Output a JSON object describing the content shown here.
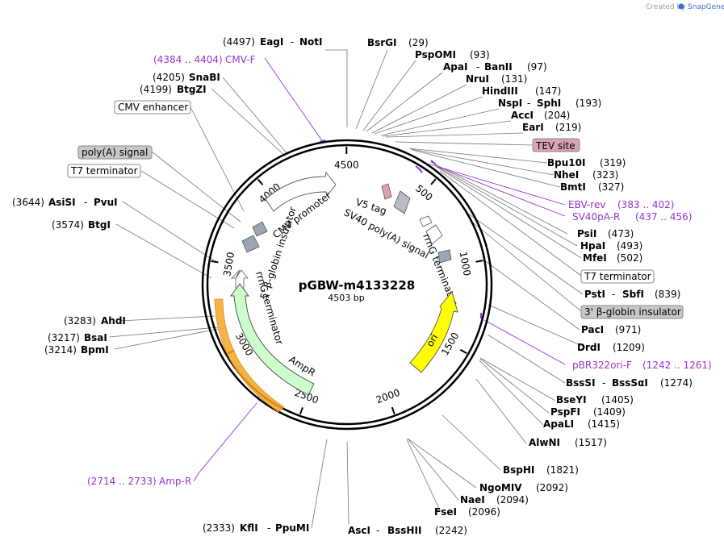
{
  "credit": {
    "prefix": "Created by",
    "brand": "SnapGene"
  },
  "plasmid": {
    "name": "pGBW-m4133228",
    "length_label": "4503 bp"
  },
  "colors": {
    "primer": "#9933cc",
    "backbone": "#000000",
    "ori": "#ffff00",
    "amp": "#ccffcc",
    "amp_glow": "#f5a623",
    "tev": "#d9a3b5",
    "gray_box": "#c8c8c8"
  },
  "scale_ticks": [
    "500",
    "1000",
    "1500",
    "2000",
    "2500",
    "3000",
    "3500",
    "4000",
    "4500"
  ],
  "features": {
    "cmv_promoter": "CMV promoter",
    "beta_globin_insulator": "5' β-globin insulator",
    "v5_tag": "V5 tag",
    "sv40_polya": "SV40 poly(A) signal",
    "rrng_terminator_right": "rrnG terminator",
    "rrng_terminator_left": "rrnG terminator",
    "ampr": "AmpR",
    "ori": "ori"
  },
  "boxed_labels": {
    "tev": "TEV site",
    "t7_right": "T7 terminator",
    "globin_right": "3' β-globin insulator",
    "cmv_enhancer": "CMV enhancer",
    "polya_left": "poly(A) signal",
    "t7_left": "T7 terminator"
  },
  "sites": {
    "eagi": {
      "pos": "(4497)",
      "name": "EagI",
      "name2": "NotI"
    },
    "bsrgi": {
      "name": "BsrGI",
      "pos": "(29)"
    },
    "pspomi": {
      "name": "PspOMI",
      "pos": "(93)"
    },
    "apai": {
      "name": "ApaI",
      "name2": "BanII",
      "pos": "(97)"
    },
    "nrui": {
      "name": "NruI",
      "pos": "(131)"
    },
    "hindiii": {
      "name": "HindIII",
      "pos": "(147)"
    },
    "nspi": {
      "name": "NspI",
      "name2": "SphI",
      "pos": "(193)"
    },
    "acci": {
      "name": "AccI",
      "pos": "(204)"
    },
    "eari": {
      "name": "EarI",
      "pos": "(219)"
    },
    "bpu10i": {
      "name": "Bpu10I",
      "pos": "(319)"
    },
    "nhei": {
      "name": "NheI",
      "pos": "(323)"
    },
    "bmti": {
      "name": "BmtI",
      "pos": "(327)"
    },
    "psii": {
      "name": "PsiI",
      "pos": "(473)"
    },
    "hpai": {
      "name": "HpaI",
      "pos": "(493)"
    },
    "mfei": {
      "name": "MfeI",
      "pos": "(502)"
    },
    "psti": {
      "name": "PstI",
      "name2": "SbfI",
      "pos": "(839)"
    },
    "paci": {
      "name": "PacI",
      "pos": "(971)"
    },
    "drdi": {
      "name": "DrdI",
      "pos": "(1209)"
    },
    "bsssi": {
      "name": "BssSI",
      "name2": "BssSαI",
      "pos": "(1274)"
    },
    "bseyi": {
      "name": "BseYI",
      "pos": "(1405)"
    },
    "pspfi": {
      "name": "PspFI",
      "pos": "(1409)"
    },
    "apali": {
      "name": "ApaLI",
      "pos": "(1415)"
    },
    "alwni": {
      "name": "AlwNI",
      "pos": "(1517)"
    },
    "bsphi": {
      "name": "BspHI",
      "pos": "(1821)"
    },
    "ngomiv": {
      "name": "NgoMIV",
      "pos": "(2092)"
    },
    "naei": {
      "name": "NaeI",
      "pos": "(2094)"
    },
    "fsei": {
      "name": "FseI",
      "pos": "(2096)"
    },
    "asci": {
      "name": "AscI",
      "name2": "BssHII",
      "pos": "(2242)"
    },
    "kfli": {
      "pos": "(2333)",
      "name": "KflI",
      "name2": "PpuMI"
    },
    "bpmi": {
      "pos": "(3214)",
      "name": "BpmI"
    },
    "bsai": {
      "pos": "(3217)",
      "name": "BsaI"
    },
    "ahdi": {
      "pos": "(3283)",
      "name": "AhdI"
    },
    "btgi": {
      "pos": "(3574)",
      "name": "BtgI"
    },
    "asisi": {
      "pos": "(3644)",
      "name": "AsiSI",
      "name2": "PvuI"
    },
    "btgzi": {
      "pos": "(4199)",
      "name": "BtgZI"
    },
    "snabi": {
      "pos": "(4205)",
      "name": "SnaBI"
    }
  },
  "primers": {
    "cmv_f": {
      "range": "(4384 .. 4404)",
      "name": "CMV-F"
    },
    "ebv_rev": {
      "name": "EBV-rev",
      "range": "(383 .. 402)"
    },
    "sv40pa_r": {
      "name": "SV40pA-R",
      "range": "(437 .. 456)"
    },
    "pbr322ori_f": {
      "name": "pBR322ori-F",
      "range": "(1242 .. 1261)"
    },
    "amp_r": {
      "range": "(2714 .. 2733)",
      "name": "Amp-R"
    }
  },
  "separator": "-"
}
